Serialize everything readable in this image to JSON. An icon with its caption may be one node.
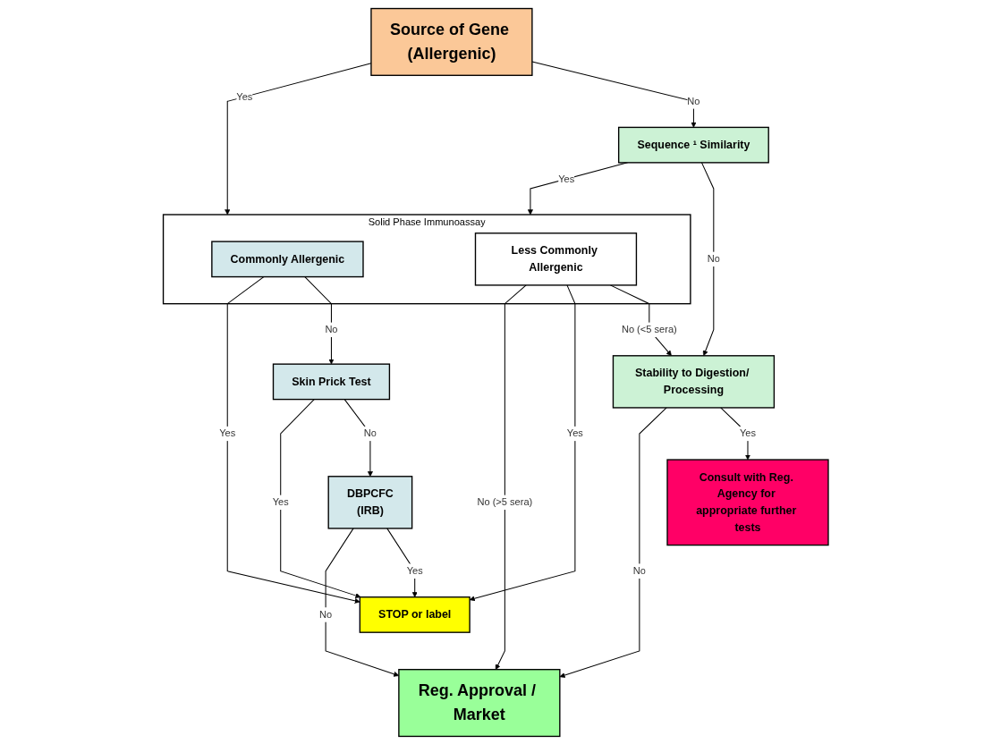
{
  "diagram": {
    "nodes": [
      {
        "text": [
          "Source of Gene (Allergenic)"
        ]
      },
      {
        "text": [
          "Solid Phase Immunoassay"
        ]
      },
      {
        "text": [
          "Commonly Allergenic"
        ],
        "in": 1
      },
      {
        "text": [
          "Less Commonly Allergenic"
        ],
        "in": 1
      },
      {
        "text": [
          "Sequence ¹ Similarity"
        ]
      },
      {
        "text": [
          "Stability to Digestion/ Processing"
        ]
      },
      {
        "text": [
          "Skin Prick Test"
        ]
      },
      {
        "text": [
          "DBPCFC",
          "(IRB)"
        ]
      },
      {
        "text": [
          "STOP or label"
        ]
      },
      {
        "text": [
          "Consult with Reg. Agency for appropriate further tests"
        ]
      },
      {
        "text": [
          "Reg. Approval / Market"
        ]
      }
    ],
    "edges": [
      {
        "from": 0,
        "to": 1,
        "arrow": "to",
        "label": "Yes"
      },
      {
        "from": 0,
        "to": 4,
        "arrow": "to",
        "label": "No"
      },
      {
        "from": 4,
        "to": 1,
        "arrow": "to",
        "label": "Yes"
      },
      {
        "from": 3,
        "to": 5,
        "arrow": "to",
        "label": "No  (<5 sera)"
      },
      {
        "from": 4,
        "to": 5,
        "arrow": "to",
        "label": "No"
      },
      {
        "from": 2,
        "to": 6,
        "arrow": "to",
        "label": "No"
      },
      {
        "from": 2,
        "to": 8,
        "arrow": "to",
        "label": "Yes"
      },
      {
        "from": 3,
        "to": 8,
        "arrow": "to",
        "label": "Yes"
      },
      {
        "from": 3,
        "to": 10,
        "arrow": "to",
        "label": "No (>5 sera)"
      },
      {
        "from": 5,
        "to": 9,
        "arrow": "to",
        "label": "Yes"
      },
      {
        "from": 5,
        "to": 10,
        "arrow": "to",
        "label": "No"
      },
      {
        "from": 6,
        "to": 7,
        "arrow": "to",
        "label": "No"
      },
      {
        "from": 6,
        "to": 8,
        "arrow": "to",
        "label": "Yes"
      },
      {
        "from": 7,
        "to": 8,
        "arrow": "to",
        "label": "Yes"
      },
      {
        "from": 7,
        "to": 10,
        "arrow": "to",
        "label": "No"
      }
    ]
  }
}
